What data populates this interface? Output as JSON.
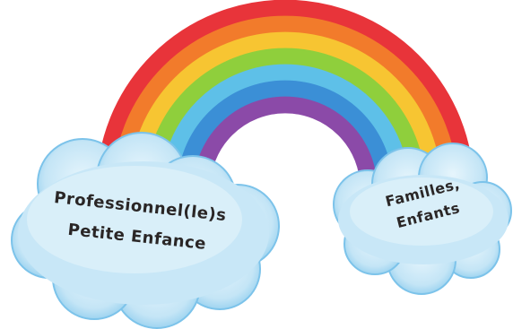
{
  "colors": {
    "bands": [
      "#e8343a",
      "#f27b2b",
      "#f7c532",
      "#8fcf3c",
      "#5ec0e8",
      "#3b8fd6",
      "#8b4aa8"
    ],
    "cloud_fill": "#c7e6f6",
    "cloud_edge": "#7cc3ea",
    "text": "#2a2626"
  },
  "left_cloud": {
    "line1": "Professionnel(le)s",
    "line2": "Petite Enfance"
  },
  "right_cloud": {
    "line1": "Familles,",
    "line2": "Enfants"
  }
}
